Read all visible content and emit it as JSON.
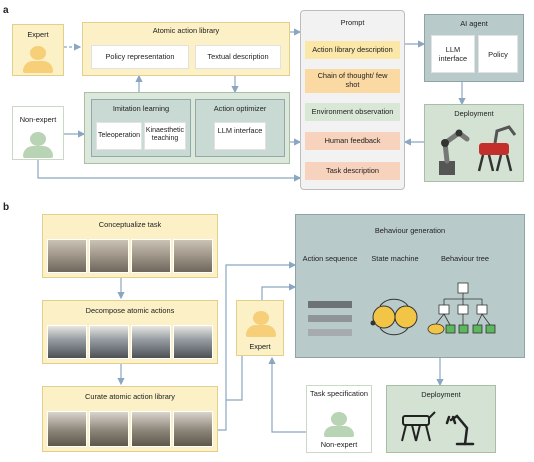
{
  "panel_a": {
    "letter": "a",
    "expert": "Expert",
    "non_expert": "Non-expert",
    "atomic_library": {
      "title": "Atomic action library",
      "policy": "Policy representation",
      "textual": "Textual description"
    },
    "imitation": {
      "title": "Imitation learning",
      "teleop": "Teleoperation",
      "kinaesthetic": "Kinaesthetic teaching"
    },
    "optimizer": {
      "title": "Action optimizer",
      "llm": "LLM interface"
    },
    "prompt": {
      "title": "Prompt",
      "items": [
        "Action library description",
        "Chain of thought/ few shot",
        "Environment observation",
        "Human feedback",
        "Task description"
      ]
    },
    "ai_agent": {
      "title": "AI agent",
      "llm": "LLM interface",
      "policy": "Policy"
    },
    "deployment": "Deployment"
  },
  "panel_b": {
    "letter": "b",
    "steps": [
      "Conceptualize task",
      "Decompose atomic actions",
      "Curate atomic action library"
    ],
    "expert": "Expert",
    "behaviour": {
      "title": "Behaviour generation",
      "action_sequence": "Action sequence",
      "state_machine": "State machine",
      "behaviour_tree": "Behaviour tree"
    },
    "task_spec": "Task specification",
    "non_expert": "Non-expert",
    "deployment": "Deployment"
  },
  "colors": {
    "yellow": "#fbf0c6",
    "green": "#dde8dc",
    "teal": "#c4d5d3",
    "arrow": "#8aa6c1",
    "person_yellow": "#f6cf78",
    "person_green": "#b9d4b4"
  }
}
